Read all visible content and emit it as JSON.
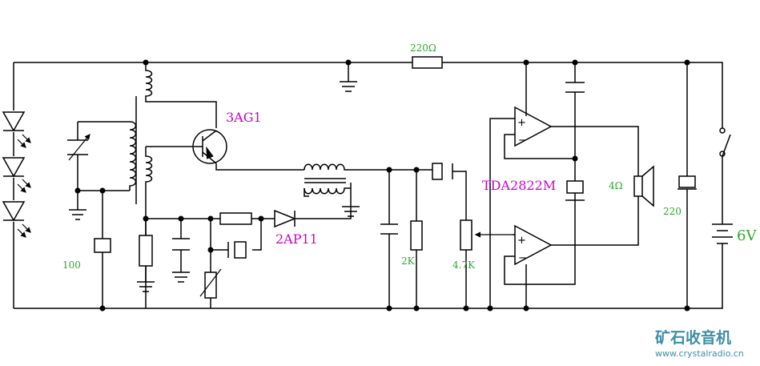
{
  "labels": {
    "r_top": "220Ω",
    "transistor": "3AG1",
    "ic": "TDA2822M",
    "diode": "2AP11",
    "speaker": "4Ω",
    "c_100": "100",
    "r_2k": "2K",
    "pot_4k7": "4.7K",
    "c_220": "220",
    "battery": "6V"
  },
  "watermark": {
    "name": "矿石收音机",
    "url": "www.crystalradio.cn"
  },
  "colors": {
    "component_label": "#cc00cc",
    "value_label": "#2ea62e",
    "watermark": "#3d8fa8"
  }
}
